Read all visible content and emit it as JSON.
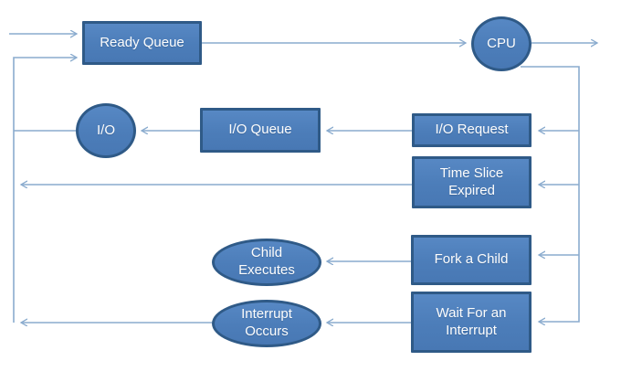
{
  "diagram": {
    "kind": "flowchart",
    "colors": {
      "node_fill": "#4f81bd",
      "node_border": "#2f5a87",
      "connector": "#8aabce",
      "label_text": "#fdfdfd",
      "background": "#ffffff"
    },
    "nodes": {
      "ready_queue": {
        "label": "Ready Queue",
        "shape": "rectangle"
      },
      "cpu": {
        "label": "CPU",
        "shape": "ellipse"
      },
      "io": {
        "label": "I/O",
        "shape": "ellipse"
      },
      "io_queue": {
        "label": "I/O Queue",
        "shape": "rectangle"
      },
      "io_request": {
        "label": "I/O Request",
        "shape": "rectangle"
      },
      "time_slice": {
        "label": "Time Slice Expired",
        "shape": "rectangle"
      },
      "child_executes": {
        "label": "Child Executes",
        "shape": "ellipse"
      },
      "fork_child": {
        "label": "Fork a Child",
        "shape": "rectangle"
      },
      "interrupt_occurs": {
        "label": "Interrupt Occurs",
        "shape": "ellipse"
      },
      "wait_interrupt": {
        "label": "Wait For an Interrupt",
        "shape": "rectangle"
      }
    },
    "edges": [
      {
        "from": "entry",
        "to": "ready_queue",
        "arrow": true
      },
      {
        "from": "feedback_line",
        "to": "ready_queue",
        "arrow": true
      },
      {
        "from": "ready_queue",
        "to": "cpu",
        "arrow": true
      },
      {
        "from": "cpu",
        "to": "exit",
        "arrow": true
      },
      {
        "from": "cpu",
        "to": "branch_line",
        "arrow": false
      },
      {
        "from": "branch_line",
        "to": "io_request",
        "arrow": true
      },
      {
        "from": "branch_line",
        "to": "time_slice",
        "arrow": true
      },
      {
        "from": "branch_line",
        "to": "fork_child",
        "arrow": true
      },
      {
        "from": "branch_line",
        "to": "wait_interrupt",
        "arrow": true
      },
      {
        "from": "io_request",
        "to": "io_queue",
        "arrow": true
      },
      {
        "from": "io_queue",
        "to": "io",
        "arrow": true
      },
      {
        "from": "io",
        "to": "feedback_line",
        "arrow": false
      },
      {
        "from": "time_slice",
        "to": "feedback_line",
        "arrow": true
      },
      {
        "from": "fork_child",
        "to": "child_executes",
        "arrow": true
      },
      {
        "from": "wait_interrupt",
        "to": "interrupt_occurs",
        "arrow": true
      },
      {
        "from": "interrupt_occurs",
        "to": "feedback_line",
        "arrow": true
      }
    ]
  }
}
